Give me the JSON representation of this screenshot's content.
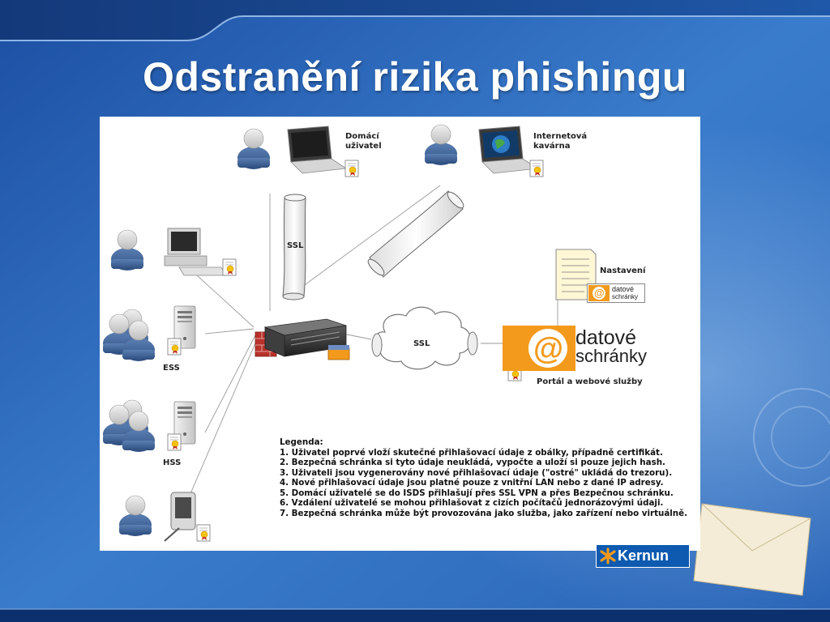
{
  "slide": {
    "title": "Odstranění rizika phishingu"
  },
  "diagram": {
    "nodes": {
      "home_user": "Domácí\nuživatel",
      "internet_cafe": "Internetová\nkavárna",
      "settings": "Nastavení",
      "ess": "ESS",
      "hss": "HSS",
      "portal": "Portál a webové služby"
    },
    "tunnels": {
      "ssl_vertical": "SSL",
      "ssl_cloud": "SSL"
    },
    "logo_datove_schranky": {
      "line1": "datové",
      "line2": "schránky"
    },
    "legend": {
      "heading": "Legenda:",
      "items": [
        "1. Uživatel poprvé vloží skutečné přihlašovací údaje z obálky, případně certifikát.",
        "2. Bezpečná schránka si tyto údaje neukládá, vypočte a uloží si pouze jejich hash.",
        "3. Uživateli jsou vygenerovány nové přihlašovací údaje (\"ostré\" ukládá do trezoru).",
        "4. Nové přihlašovací údaje jsou platné pouze z vnitřní LAN nebo z dané IP adresy.",
        "5. Domácí uživatelé se do ISDS přihlašují přes SSL VPN a přes Bezpečnou schránku.",
        "6. Vzdálení uživatelé se mohou přihlašovat z cizích počítačů jednorázovými údaji.",
        "7. Bezpečná schránka může být provozována jako služba, jako zařízení nebo virtuálně."
      ]
    }
  },
  "branding": {
    "kernun_label": "Kernun"
  },
  "colors": {
    "background_blue": "#2a64b6",
    "person_blue": "#3d5f8e",
    "logo_orange": "#f39a1c",
    "kernun_blue": "#0d5ab0"
  }
}
